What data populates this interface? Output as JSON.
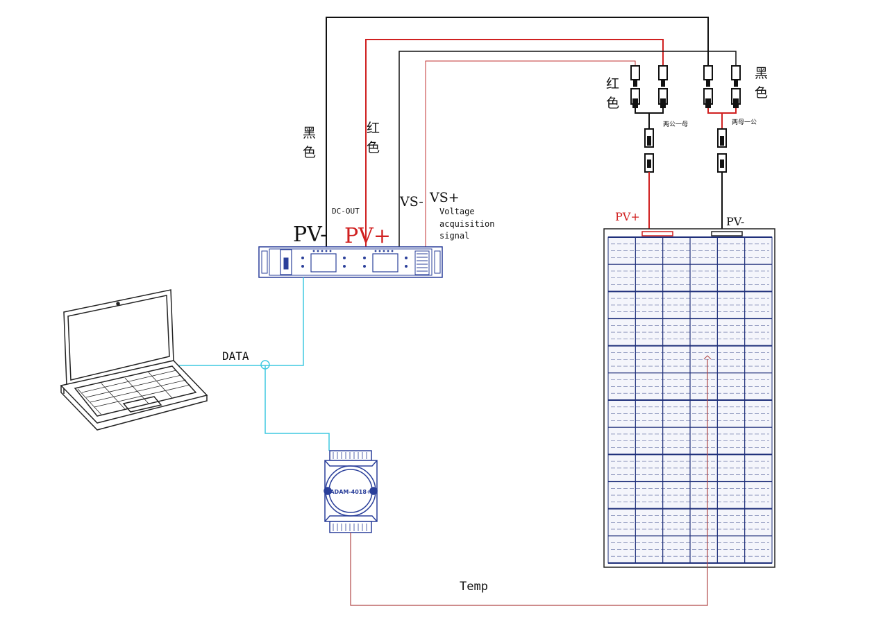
{
  "labels": {
    "black_left": [
      "黑",
      "色"
    ],
    "red_left": [
      "红",
      "色"
    ],
    "red_right": [
      "红",
      "色"
    ],
    "black_right": [
      "黑",
      "色"
    ],
    "dc_out": "DC-OUT",
    "pv_minus_big": "PV-",
    "pv_plus_big": "PV+",
    "vs_minus": "VS-",
    "vs_plus": "VS+",
    "voltage_signal": [
      "Voltage",
      "acquisition",
      "signal"
    ],
    "two_male_female": "两公一母",
    "two_female_male": "两母一公",
    "panel_pv_plus": "PV+",
    "panel_pv_minus": "PV-",
    "data": "DATA",
    "temp": "Temp",
    "module_text": "ADAM-4018+"
  },
  "colors": {
    "black_wire": "#111111",
    "red_wire": "#d02020",
    "data_wire": "#3fc9e0",
    "temp_wire": "#b04848",
    "device_blue": "#2a3f9a",
    "panel_blue": "#1e2f7a"
  }
}
